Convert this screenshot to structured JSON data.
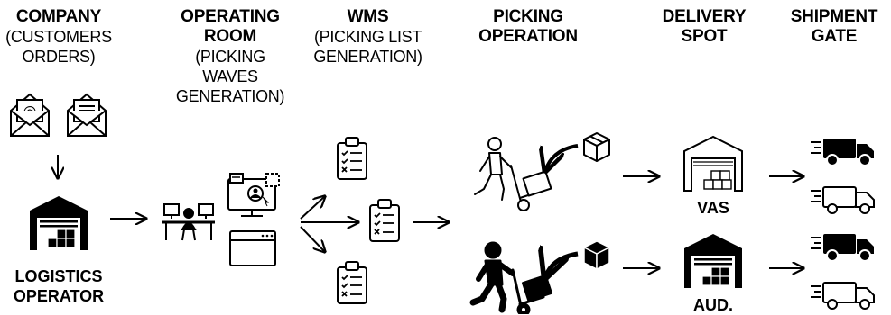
{
  "columns": [
    {
      "title_lines": [
        "COMPANY"
      ],
      "sub_lines": [
        "(CUSTOMERS",
        "ORDERS)"
      ]
    },
    {
      "title_lines": [
        "OPERATING",
        "ROOM"
      ],
      "sub_lines": [
        "(PICKING",
        "WAVES",
        "GENERATION)"
      ]
    },
    {
      "title_lines": [
        "WMS"
      ],
      "sub_lines": [
        "(PICKING LIST",
        "GENERATION)"
      ]
    },
    {
      "title_lines": [
        "PICKING",
        "OPERATION"
      ],
      "sub_lines": []
    },
    {
      "title_lines": [
        "DELIVERY",
        "SPOT"
      ],
      "sub_lines": []
    },
    {
      "title_lines": [
        "SHIPMENT",
        "GATE"
      ],
      "sub_lines": []
    }
  ],
  "labels": {
    "logistics_operator": [
      "LOGISTICS",
      "OPERATOR"
    ],
    "vas": "VAS",
    "aud": "AUD."
  },
  "icons": {
    "email_at": "email-at-icon",
    "email_doc": "email-document-icon",
    "warehouse": "warehouse-icon",
    "workstation": "workstation-icon",
    "computer": "computer-icon",
    "browser": "browser-window-icon",
    "clipboard": "clipboard-checklist-icon",
    "worker_trolley": "worker-hand-truck-icon",
    "box": "box-icon",
    "truck": "truck-icon"
  },
  "colors": {
    "ink": "#000000",
    "background": "#ffffff"
  }
}
